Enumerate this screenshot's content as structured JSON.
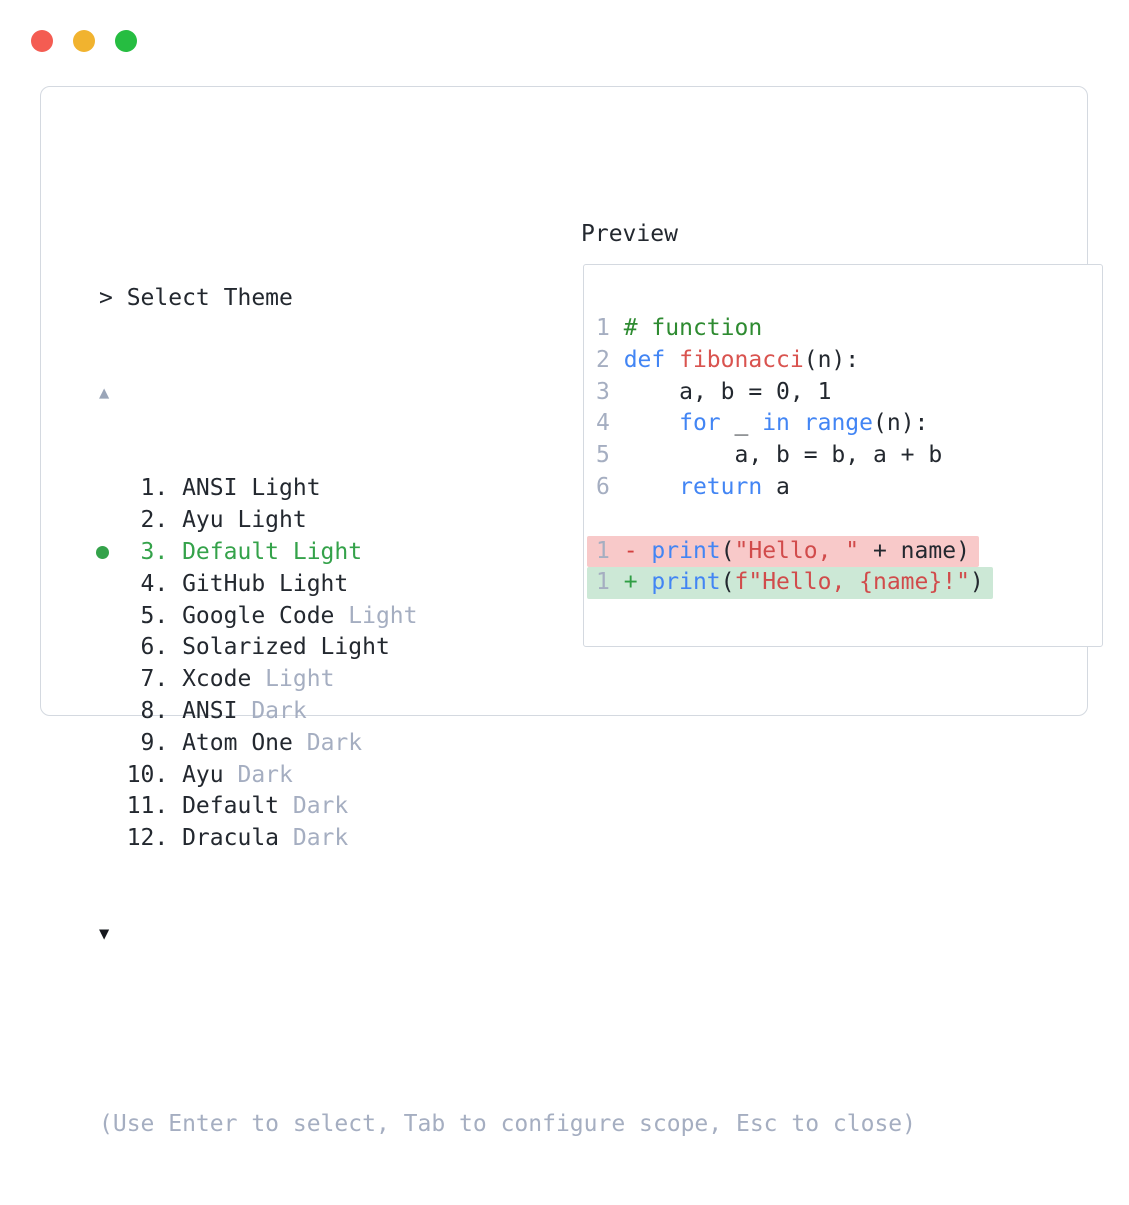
{
  "window": {
    "traffic_lights": [
      {
        "name": "close",
        "color": "#f45c52"
      },
      {
        "name": "minimize",
        "color": "#f1b32f"
      },
      {
        "name": "zoom",
        "color": "#26bd41"
      }
    ]
  },
  "picker": {
    "prompt": "> Select Theme",
    "scroll_up_symbol": "▲",
    "scroll_down_symbol": "▼",
    "items": [
      {
        "num": "1",
        "name": "ANSI Light",
        "muted": "",
        "selected": false
      },
      {
        "num": "2",
        "name": "Ayu Light",
        "muted": "",
        "selected": false
      },
      {
        "num": "3",
        "name": "Default Light",
        "muted": "",
        "selected": true
      },
      {
        "num": "4",
        "name": "GitHub Light",
        "muted": "",
        "selected": false
      },
      {
        "num": "5",
        "name": "Google Code",
        "muted": "Light",
        "selected": false
      },
      {
        "num": "6",
        "name": "Solarized Light",
        "muted": "",
        "selected": false
      },
      {
        "num": "7",
        "name": "Xcode",
        "muted": "Light",
        "selected": false
      },
      {
        "num": "8",
        "name": "ANSI",
        "muted": "Dark",
        "selected": false
      },
      {
        "num": "9",
        "name": "Atom One",
        "muted": "Dark",
        "selected": false
      },
      {
        "num": "10",
        "name": "Ayu",
        "muted": "Dark",
        "selected": false
      },
      {
        "num": "11",
        "name": "Default",
        "muted": "Dark",
        "selected": false
      },
      {
        "num": "12",
        "name": "Dracula",
        "muted": "Dark",
        "selected": false
      }
    ],
    "hint": "(Use Enter to select, Tab to configure scope, Esc to close)"
  },
  "preview": {
    "label": "Preview",
    "code_lines": [
      {
        "num": "1",
        "tokens": [
          [
            "comment",
            "# function"
          ]
        ]
      },
      {
        "num": "2",
        "tokens": [
          [
            "keyword",
            "def"
          ],
          [
            "plain",
            " "
          ],
          [
            "func",
            "fibonacci"
          ],
          [
            "plain",
            "(n):"
          ]
        ]
      },
      {
        "num": "3",
        "tokens": [
          [
            "plain",
            "    a, b = 0, 1"
          ]
        ]
      },
      {
        "num": "4",
        "tokens": [
          [
            "plain",
            "    "
          ],
          [
            "keyword",
            "for"
          ],
          [
            "plain",
            " _ "
          ],
          [
            "keyword",
            "in"
          ],
          [
            "plain",
            " "
          ],
          [
            "keyword",
            "range"
          ],
          [
            "plain",
            "(n):"
          ]
        ]
      },
      {
        "num": "5",
        "tokens": [
          [
            "plain",
            "        a, b = b, a + b"
          ]
        ]
      },
      {
        "num": "6",
        "tokens": [
          [
            "plain",
            "    "
          ],
          [
            "keyword",
            "return"
          ],
          [
            "plain",
            " a"
          ]
        ]
      }
    ],
    "diff_lines": [
      {
        "num": "1",
        "type": "removed",
        "tokens": [
          [
            "minus",
            "- "
          ],
          [
            "keyword",
            "print"
          ],
          [
            "plain",
            "("
          ],
          [
            "string",
            "\"Hello, \""
          ],
          [
            "plain",
            " + name)"
          ]
        ]
      },
      {
        "num": "1",
        "type": "added",
        "tokens": [
          [
            "plus",
            "+ "
          ],
          [
            "keyword",
            "print"
          ],
          [
            "plain",
            "("
          ],
          [
            "string",
            "f\"Hello, {name}!\""
          ],
          [
            "plain",
            ")"
          ]
        ]
      }
    ]
  },
  "colors": {
    "text": "#23282f",
    "muted": "#a5aec1",
    "selection_green": "#34a24a",
    "comment_green": "#2e8b31",
    "keyword_blue": "#4285f4",
    "function_red": "#d9534f",
    "string_red": "#d14b4b",
    "diff_minus": "#d3403f",
    "diff_plus": "#2f9e44",
    "diff_removed_bg": "#f8c9c9",
    "diff_added_bg": "#cce8d6",
    "border": "#d4d9e0"
  }
}
